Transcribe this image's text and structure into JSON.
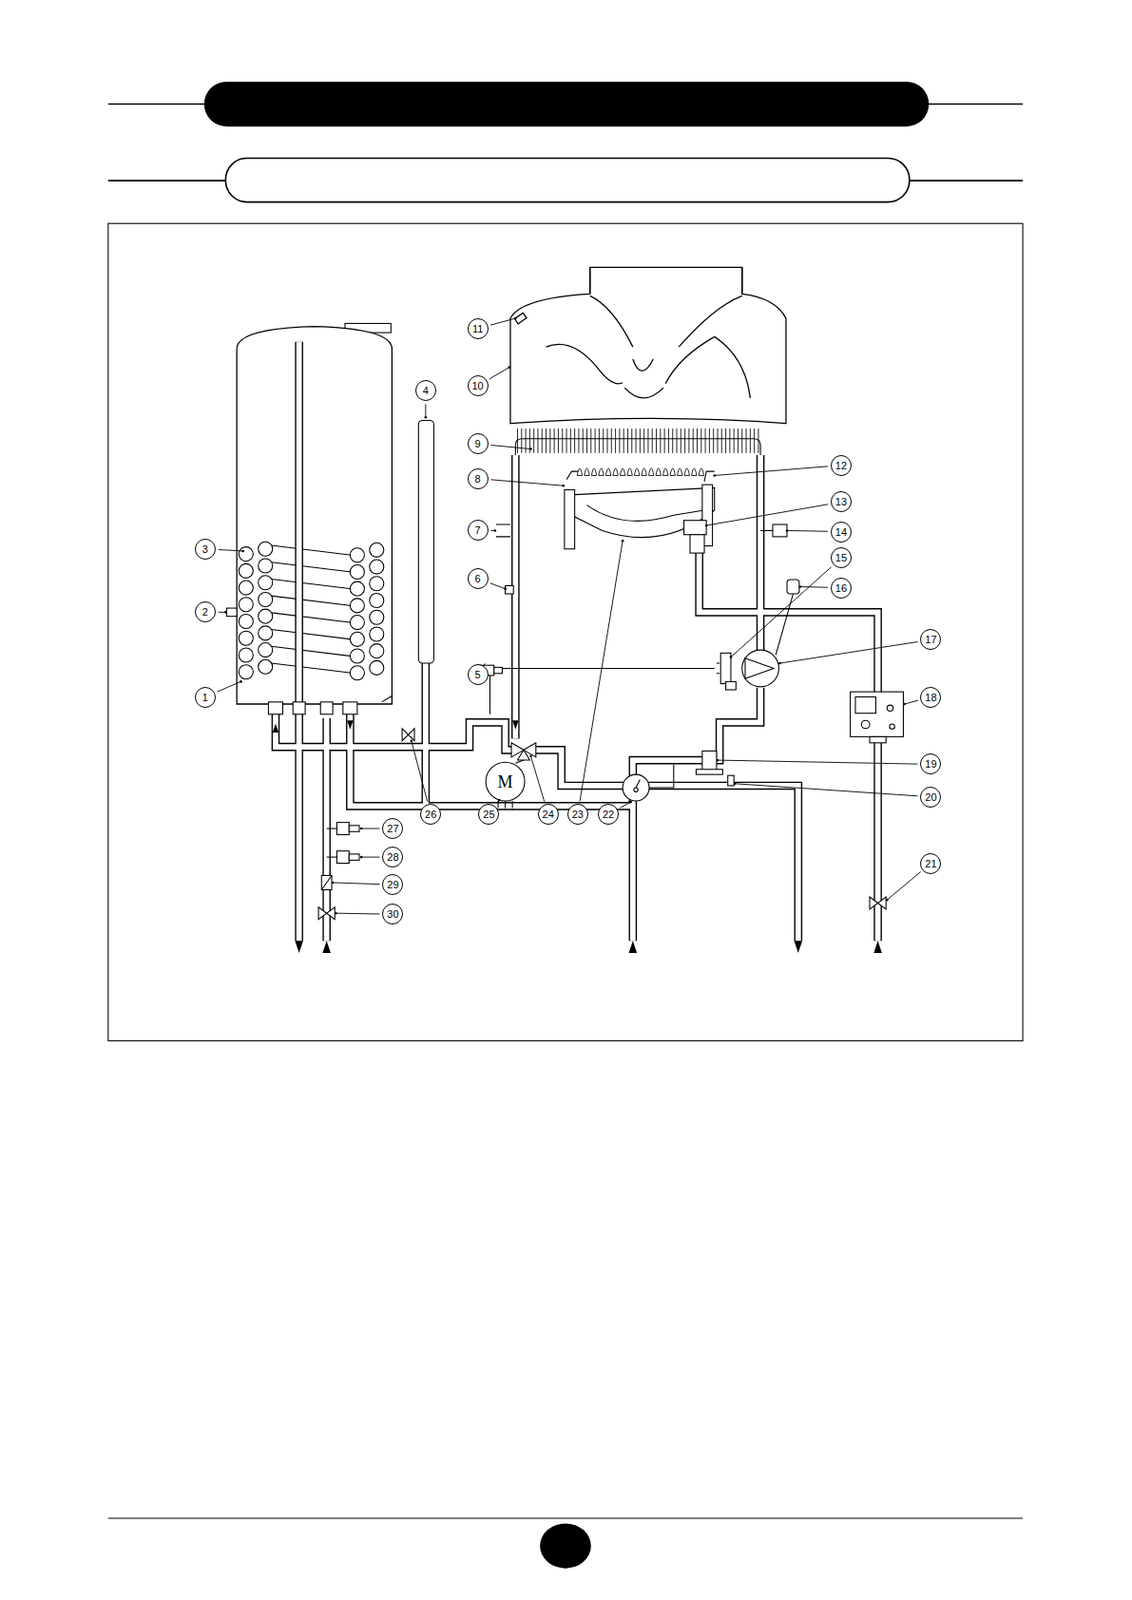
{
  "diagram": {
    "labels": [
      "1",
      "2",
      "3",
      "4",
      "5",
      "6",
      "7",
      "8",
      "9",
      "10",
      "11",
      "12",
      "13",
      "14",
      "15",
      "16",
      "17",
      "18",
      "19",
      "20",
      "21",
      "22",
      "23",
      "24",
      "25",
      "26",
      "27",
      "28",
      "29",
      "30",
      "M"
    ]
  }
}
